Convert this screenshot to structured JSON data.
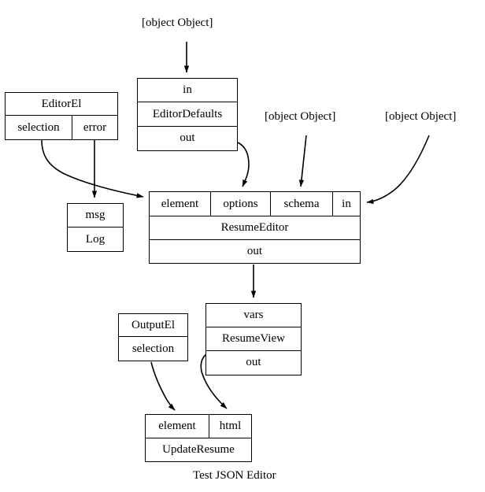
{
  "graph": {
    "caption": "Test JSON Editor",
    "background": "#ffffff",
    "line_color": "#000000",
    "text_color": "#000000"
  },
  "external_inputs": [
    {
      "label": "[object Object]",
      "target": "EditorDefaults.in"
    },
    {
      "label": "[object Object]",
      "target": "ResumeEditor.schema"
    },
    {
      "label": "[object Object]",
      "target": "ResumeEditor.in"
    }
  ],
  "nodes": [
    {
      "id": "EditorEl",
      "title": "EditorEl",
      "rows": [
        {
          "cells": [
            "EditorEl"
          ]
        },
        {
          "cells": [
            "selection",
            "error"
          ]
        }
      ]
    },
    {
      "id": "EditorDefaults",
      "title": "EditorDefaults",
      "rows": [
        {
          "cells": [
            "in"
          ]
        },
        {
          "cells": [
            "EditorDefaults"
          ]
        },
        {
          "cells": [
            "out"
          ]
        }
      ]
    },
    {
      "id": "Log",
      "title": "Log",
      "rows": [
        {
          "cells": [
            "msg"
          ]
        },
        {
          "cells": [
            "Log"
          ]
        }
      ]
    },
    {
      "id": "ResumeEditor",
      "title": "ResumeEditor",
      "rows": [
        {
          "cells": [
            "element",
            "options",
            "schema",
            "in"
          ]
        },
        {
          "cells": [
            "ResumeEditor"
          ]
        },
        {
          "cells": [
            "out"
          ]
        }
      ]
    },
    {
      "id": "OutputEl",
      "title": "OutputEl",
      "rows": [
        {
          "cells": [
            "OutputEl"
          ]
        },
        {
          "cells": [
            "selection"
          ]
        }
      ]
    },
    {
      "id": "ResumeView",
      "title": "ResumeView",
      "rows": [
        {
          "cells": [
            "vars"
          ]
        },
        {
          "cells": [
            "ResumeView"
          ]
        },
        {
          "cells": [
            "out"
          ]
        }
      ]
    },
    {
      "id": "UpdateResume",
      "title": "UpdateResume",
      "rows": [
        {
          "cells": [
            "element",
            "html"
          ]
        },
        {
          "cells": [
            "UpdateResume"
          ]
        }
      ]
    }
  ],
  "edges": [
    {
      "from": "input-1",
      "to": "EditorDefaults.in",
      "style": "straight"
    },
    {
      "from": "EditorEl.selection",
      "to": "ResumeEditor.element",
      "style": "curved"
    },
    {
      "from": "EditorEl.error",
      "to": "Log.msg",
      "style": "straight"
    },
    {
      "from": "EditorDefaults.out",
      "to": "ResumeEditor.options",
      "style": "curved"
    },
    {
      "from": "input-2",
      "to": "ResumeEditor.schema",
      "style": "straight"
    },
    {
      "from": "input-3",
      "to": "ResumeEditor.in",
      "style": "curved"
    },
    {
      "from": "ResumeEditor.out",
      "to": "ResumeView.vars",
      "style": "straight"
    },
    {
      "from": "OutputEl.selection",
      "to": "UpdateResume.element",
      "style": "curved"
    },
    {
      "from": "ResumeView.out",
      "to": "UpdateResume.html",
      "style": "curved"
    }
  ]
}
